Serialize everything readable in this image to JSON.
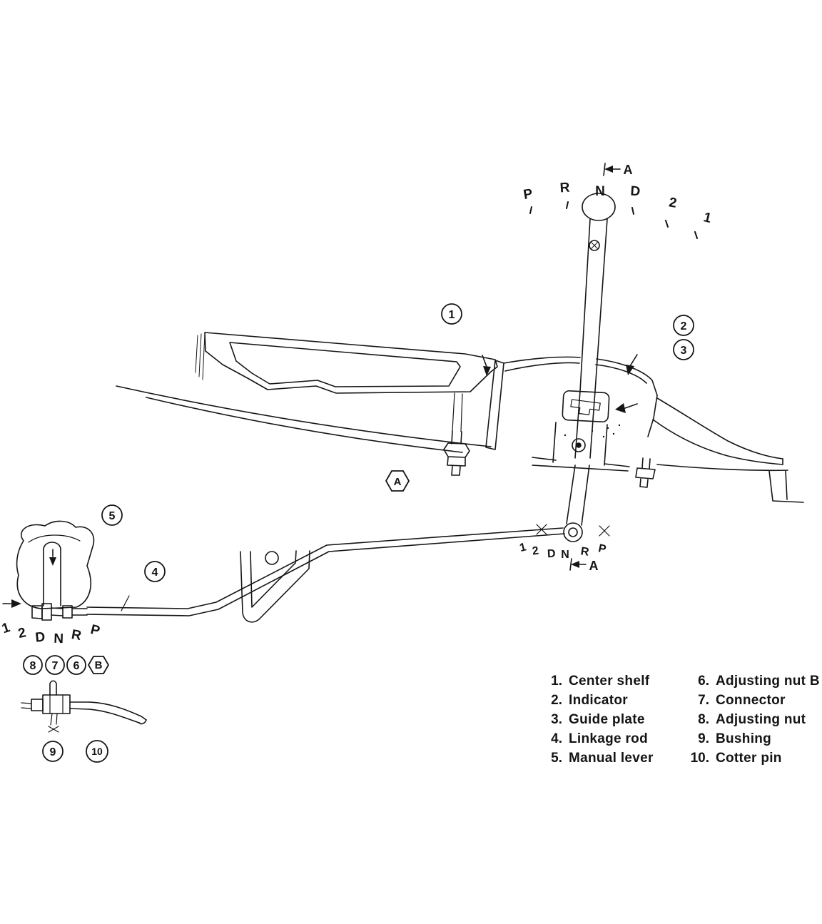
{
  "shift_top": {
    "letters": [
      "P",
      "R",
      "N",
      "D",
      "2",
      "1"
    ]
  },
  "shift_mid": {
    "letters": [
      "1",
      "2",
      "D",
      "N",
      "R",
      "P"
    ]
  },
  "shift_left": {
    "letters": [
      "1",
      "2",
      "D",
      "N",
      "R",
      "P"
    ]
  },
  "markers": {
    "top_a": "A",
    "mid_a": "A"
  },
  "callouts": {
    "c1": "1",
    "c2": "2",
    "c3": "3",
    "c4": "4",
    "c5": "5",
    "c6": "6",
    "c7": "7",
    "c8": "8",
    "c9": "9",
    "c10": "10",
    "hex_a": "A",
    "hex_b": "B"
  },
  "legend": {
    "col1": [
      {
        "num": "1.",
        "label": "Center shelf"
      },
      {
        "num": "2.",
        "label": "Indicator"
      },
      {
        "num": "3.",
        "label": "Guide plate"
      },
      {
        "num": "4.",
        "label": "Linkage rod"
      },
      {
        "num": "5.",
        "label": "Manual lever"
      }
    ],
    "col2": [
      {
        "num": "6.",
        "label": "Adjusting nut B"
      },
      {
        "num": "7.",
        "label": "Connector"
      },
      {
        "num": "8.",
        "label": "Adjusting nut"
      },
      {
        "num": "9.",
        "label": "Bushing"
      },
      {
        "num": "10.",
        "label": "Cotter pin"
      }
    ]
  },
  "colors": {
    "ink": "#151515",
    "paper": "#ffffff"
  }
}
